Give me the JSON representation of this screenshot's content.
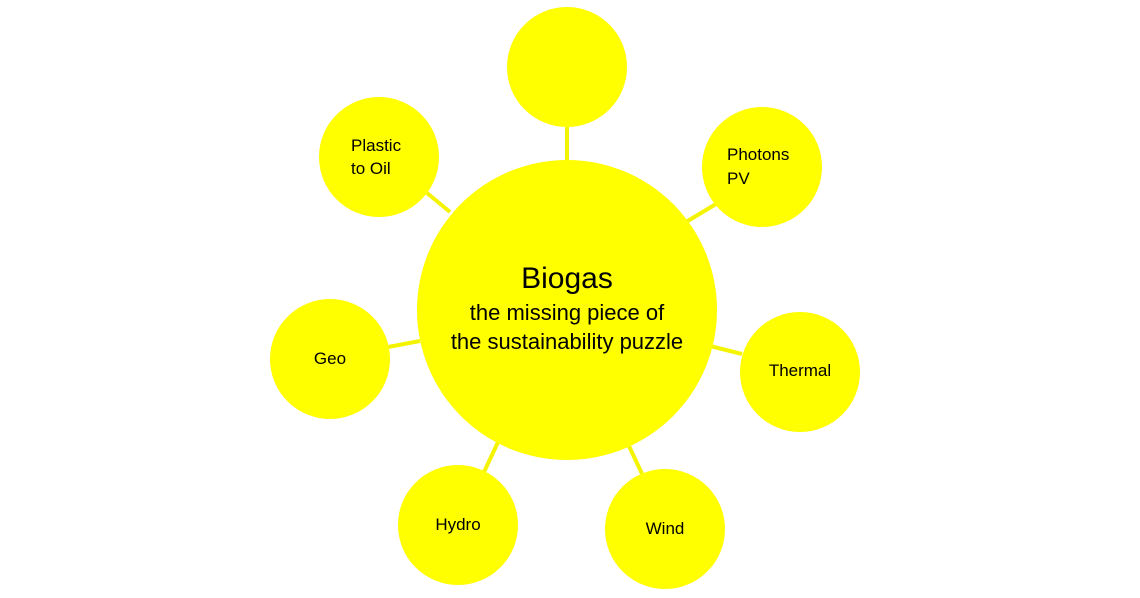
{
  "colors": {
    "node_fill": "#ffff00",
    "connector": "#f4f400",
    "text": "#000000",
    "background": "#ffffff"
  },
  "center": {
    "title": "Biogas",
    "subtitle_line1": "the missing piece of",
    "subtitle_line2": "the sustainability puzzle"
  },
  "nodes": {
    "top": {
      "label": ""
    },
    "photons_pv": {
      "line1": "Photons",
      "line2": "PV"
    },
    "thermal": {
      "label": "Thermal"
    },
    "wind": {
      "label": "Wind"
    },
    "hydro": {
      "label": "Hydro"
    },
    "geo": {
      "label": "Geo"
    },
    "plastic_to_oil": {
      "line1": "Plastic",
      "line2": "to Oil"
    }
  }
}
